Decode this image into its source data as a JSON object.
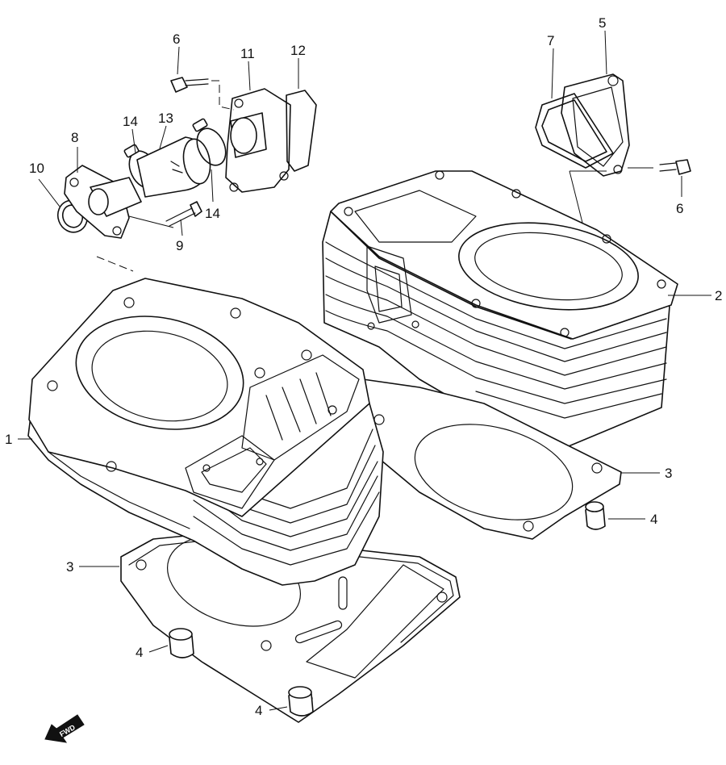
{
  "callouts": {
    "c1": "1",
    "c2": "2",
    "c3a": "3",
    "c3b": "3",
    "c4a": "4",
    "c4b": "4",
    "c4c": "4",
    "c5": "5",
    "c6a": "6",
    "c6b": "6",
    "c7": "7",
    "c8": "8",
    "c9": "9",
    "c10": "10",
    "c11": "11",
    "c12": "12",
    "c13": "13",
    "c14a": "14",
    "c14b": "14"
  },
  "fwd_label": "FWD",
  "colors": {
    "line": "#111111",
    "background": "#ffffff"
  }
}
